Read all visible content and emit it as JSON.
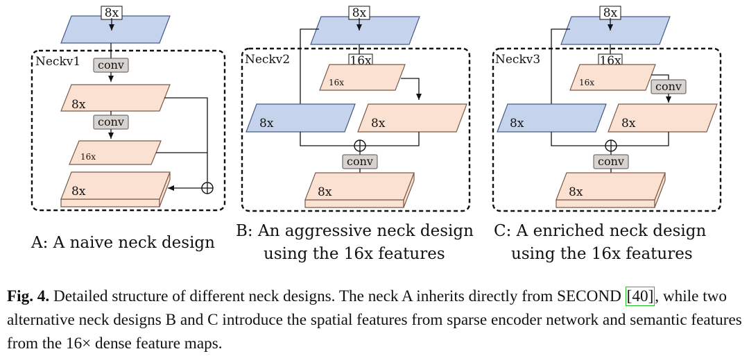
{
  "panels": [
    {
      "id": "A",
      "neck_label": "Neckv1",
      "top_scale": "8x",
      "conv": [
        "conv",
        "conv"
      ],
      "layers": [
        "8x",
        "16x",
        "8x"
      ],
      "caption": [
        "A: A naive neck design"
      ]
    },
    {
      "id": "B",
      "neck_label": "Neckv2",
      "top_scale": "8x",
      "scale_16": "16x",
      "small_16": "16x",
      "left_8": "8x",
      "right_8": "8x",
      "conv": "conv",
      "bottom_8": "8x",
      "caption": [
        "B: An aggressive neck design",
        "using the 16x features"
      ]
    },
    {
      "id": "C",
      "neck_label": "Neckv3",
      "top_scale": "8x",
      "scale_16": "16x",
      "small_16": "16x",
      "left_8": "8x",
      "right_8": "8x",
      "conv_side": "conv",
      "conv": "conv",
      "bottom_8": "8x",
      "caption": [
        "C: A enriched neck design",
        "using the 16x features"
      ]
    }
  ],
  "colors": {
    "blue_fill": "#c5d3ec",
    "blue_edge": "#445a85",
    "peach_fill": "#fbe1d1",
    "peach_edge": "#7a5a48",
    "conv_fill": "#d8d3cf"
  },
  "caption": {
    "label": "Fig. 4.",
    "text_1": " Detailed structure of different neck designs. The neck A inherits directly from SECOND ",
    "ref": "[40]",
    "text_2": ", while two alternative neck designs B and C introduce the spatial features from sparse encoder network and semantic features from the 16× dense feature maps."
  }
}
